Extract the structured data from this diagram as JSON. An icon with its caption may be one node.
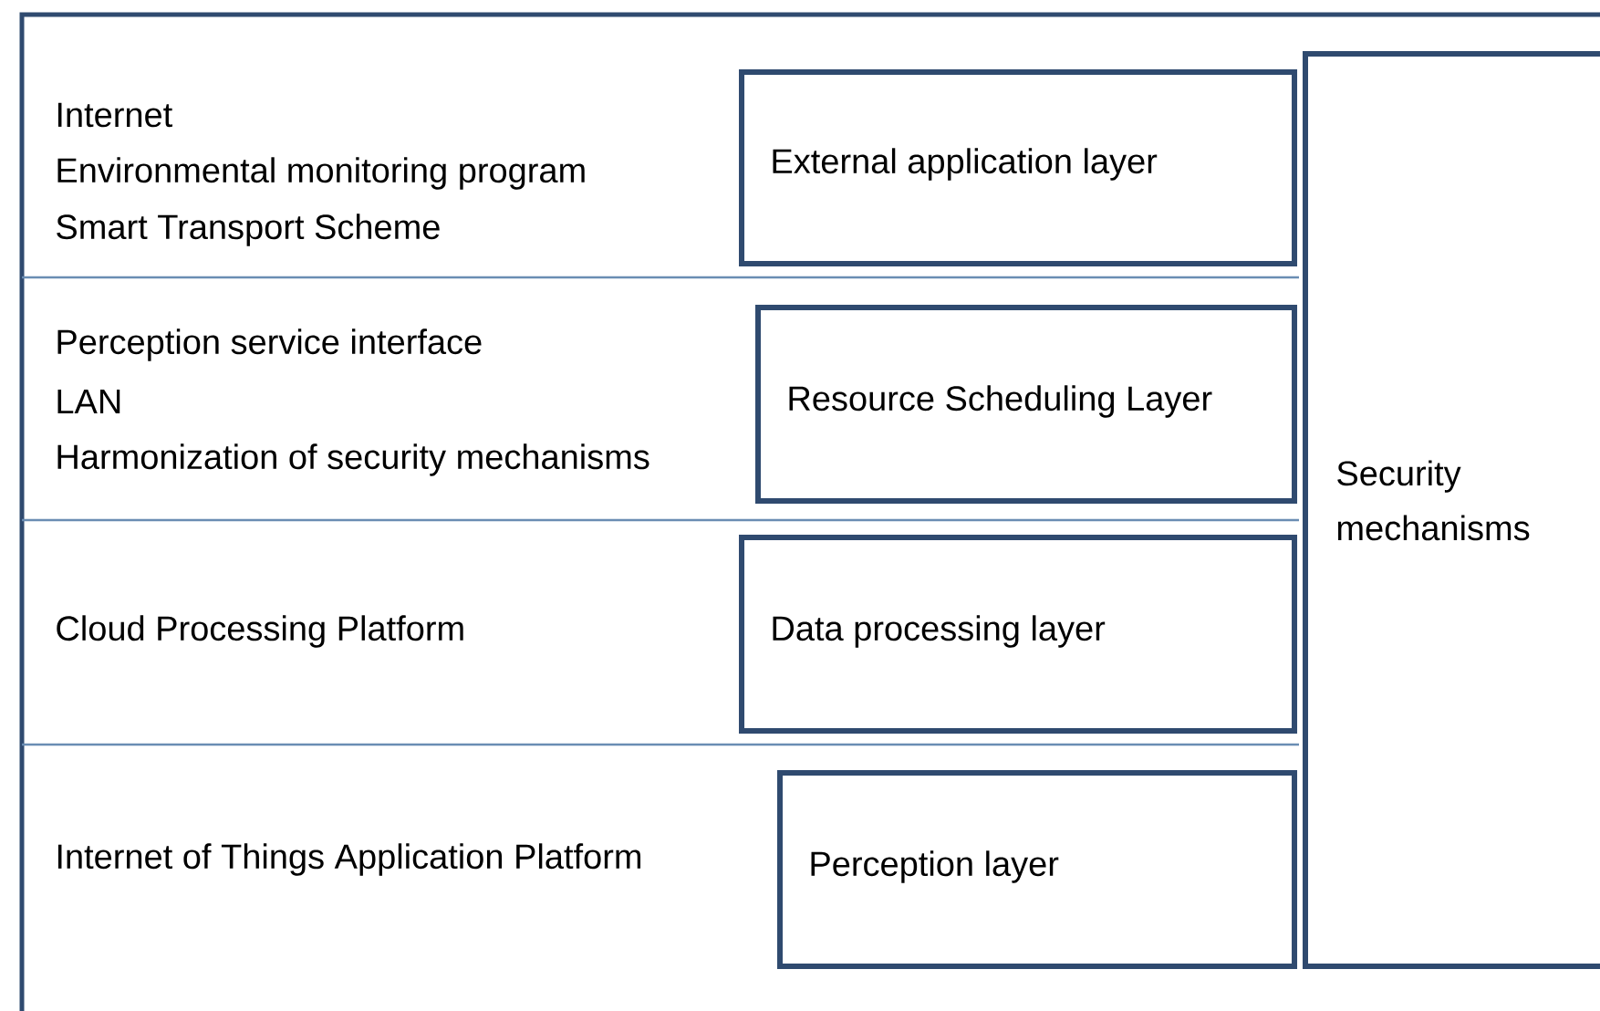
{
  "diagram": {
    "nodes": [
      {
        "text": [
          "External application layer"
        ]
      },
      {
        "text": [
          "Resource Scheduling Layer"
        ]
      },
      {
        "text": [
          "Data processing layer"
        ]
      },
      {
        "text": [
          "Perception layer"
        ]
      },
      {
        "text": [
          "Security mechanisms"
        ]
      }
    ],
    "labels": [
      "Internet",
      "Environmental monitoring program",
      "Smart Transport Scheme",
      "Perception service interface",
      "LAN",
      "Harmonization of security mechanisms",
      "Cloud Processing Platform",
      "Internet of Things Application Platform"
    ]
  }
}
